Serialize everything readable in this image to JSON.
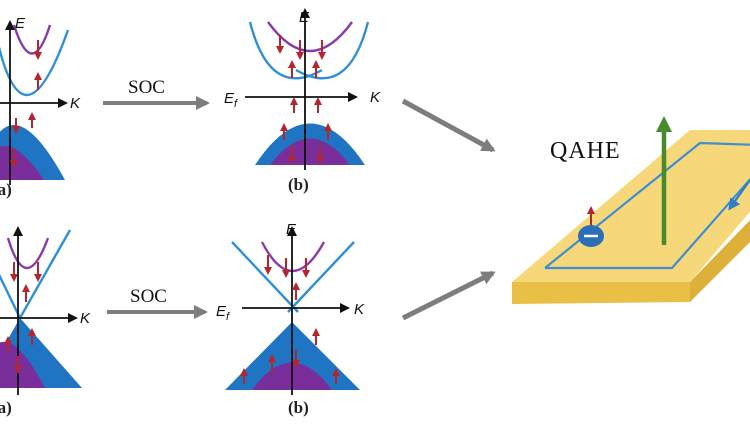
{
  "labels": {
    "energy_axis": "E",
    "momentum_axis": "K",
    "fermi_level": "E",
    "fermi_subscript": "f",
    "soc": "SOC",
    "panel_a": "(a)",
    "panel_b": "(b)",
    "qahe": "QAHE"
  },
  "colors": {
    "band_blue": "#1f74c4",
    "band_purple": "#7a2e9c",
    "spin_arrow_red": "#b3262e",
    "curve_blue": "#2f8fd6",
    "curve_purple": "#8a3aa8",
    "process_arrow_gray": "#7d7d7d",
    "slab_top": "#f6d77a",
    "slab_side": "#e9bf45",
    "edge_channel": "#3d8ed3",
    "magnetization_green": "#4a8a2c"
  },
  "icons": {
    "electron": "electron-minus-icon",
    "spin": "spin-up-arrow-icon",
    "magnetization": "magnetization-up-arrow-icon"
  }
}
